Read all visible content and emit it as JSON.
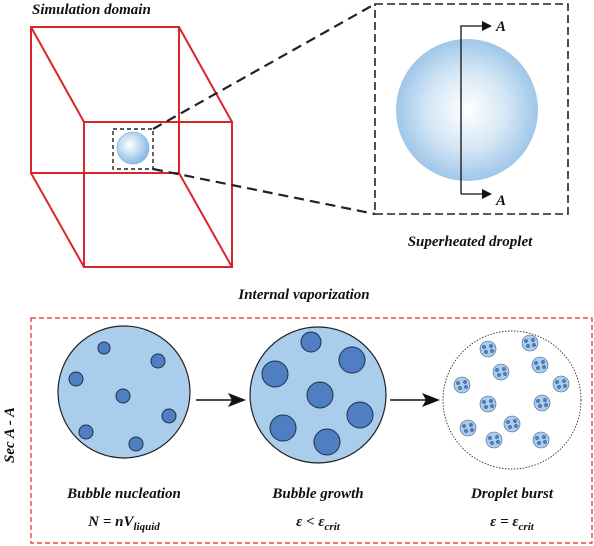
{
  "top": {
    "title": "Simulation domain",
    "zoom_caption": "Superheated droplet",
    "section_marker_top": "A",
    "section_marker_bottom": "A"
  },
  "middle": {
    "title": "Internal vaporization"
  },
  "bottom": {
    "side_label": "Sec A - A",
    "stages": [
      {
        "title": "Bubble nucleation",
        "eq_lhs": "N = nV",
        "eq_sub": "liquid",
        "eq_rhs": ""
      },
      {
        "title": "Bubble growth",
        "eq_lhs": "ε < ε",
        "eq_sub": "crit",
        "eq_rhs": ""
      },
      {
        "title": "Droplet burst",
        "eq_lhs": "ε = ε",
        "eq_sub": "crit",
        "eq_rhs": ""
      }
    ]
  },
  "colors": {
    "cube_edge": "#d9262b",
    "dashed_frame": "#e0282f",
    "droplet_fill": "#a9cdea",
    "bubble_fill": "#4f7fc2",
    "line": "#222222"
  }
}
